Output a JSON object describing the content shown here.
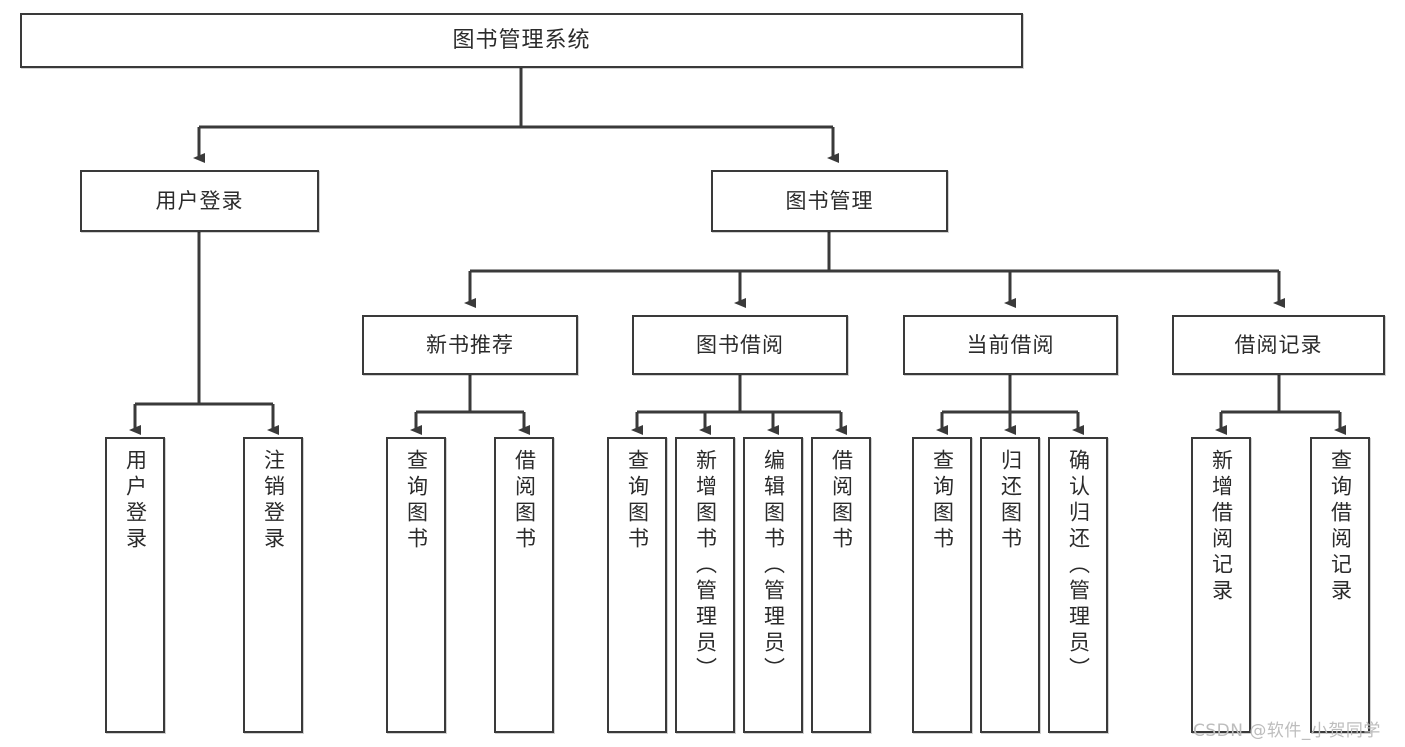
{
  "diagram": {
    "title": "图书管理系统",
    "watermark": "CSDN @软件_小贺同学",
    "colors": {
      "stroke": "#3a3a3a",
      "fill": "#ffffff",
      "text": "#2b2b2b",
      "watermark": "#bdbdbd"
    },
    "nodes": {
      "root": {
        "label": "图书管理系统"
      },
      "level1": [
        {
          "label": "用户登录"
        },
        {
          "label": "图书管理"
        }
      ],
      "level2": [
        {
          "label": "新书推荐"
        },
        {
          "label": "图书借阅"
        },
        {
          "label": "当前借阅"
        },
        {
          "label": "借阅记录"
        }
      ],
      "leaves": {
        "user_login": [
          {
            "label": "用户登录"
          },
          {
            "label": "注销登录"
          }
        ],
        "new_book": [
          {
            "label": "查询图书"
          },
          {
            "label": "借阅图书"
          }
        ],
        "borrow": [
          {
            "label": "查询图书"
          },
          {
            "label": "新增图书（管理员）"
          },
          {
            "label": "编辑图书（管理员）"
          },
          {
            "label": "借阅图书"
          }
        ],
        "current": [
          {
            "label": "查询图书"
          },
          {
            "label": "归还图书"
          },
          {
            "label": "确认归还（管理员）"
          }
        ],
        "records": [
          {
            "label": "新增借阅记录"
          },
          {
            "label": "查询借阅记录"
          }
        ]
      }
    }
  }
}
